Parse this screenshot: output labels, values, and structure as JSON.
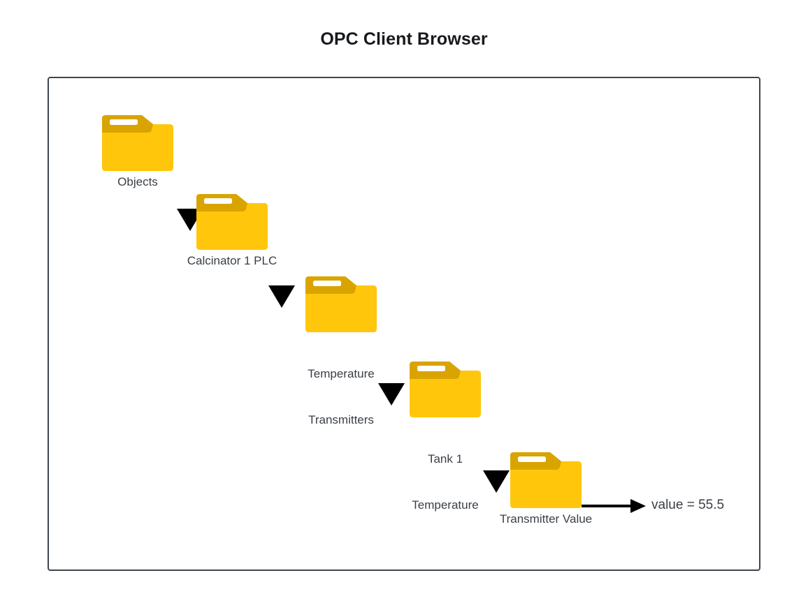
{
  "page": {
    "title": "OPC Client Browser",
    "background_color": "#ffffff",
    "border_color": "#3f454e",
    "text_color": "#3a3f46"
  },
  "colors": {
    "folder_body": "#FFC60B",
    "folder_tab": "#D9A400",
    "folder_slot": "#ffffff",
    "arrow": "#000000",
    "border": "#3f454e"
  },
  "diagram": {
    "type": "tree-browser",
    "nodes": [
      {
        "id": "objects",
        "icon": "folder-icon",
        "label": "Objects",
        "label_lines": [
          "Objects"
        ]
      },
      {
        "id": "calcinator-1-plc",
        "icon": "folder-icon",
        "label": "Calcinator 1 PLC",
        "label_lines": [
          "Calcinator 1 PLC"
        ]
      },
      {
        "id": "temperature-transmitters",
        "icon": "folder-icon",
        "label": "Temperature Transmitters",
        "label_lines": [
          "Temperature",
          "Transmitters"
        ]
      },
      {
        "id": "tank-1-temperature",
        "icon": "folder-icon",
        "label": "Tank 1 Temperature",
        "label_lines": [
          "Tank 1",
          "Temperature"
        ]
      },
      {
        "id": "transmitter-value",
        "icon": "folder-icon",
        "label": "Transmitter Value",
        "label_lines": [
          "Transmitter Value"
        ]
      }
    ],
    "connectors": [
      {
        "from": "objects",
        "to": "calcinator-1-plc",
        "glyph": "down-triangle"
      },
      {
        "from": "calcinator-1-plc",
        "to": "temperature-transmitters",
        "glyph": "down-triangle"
      },
      {
        "from": "temperature-transmitters",
        "to": "tank-1-temperature",
        "glyph": "down-triangle"
      },
      {
        "from": "tank-1-temperature",
        "to": "transmitter-value",
        "glyph": "down-triangle"
      }
    ],
    "value_readout": {
      "arrow": "right-arrow",
      "text": "value = 55.5"
    }
  }
}
